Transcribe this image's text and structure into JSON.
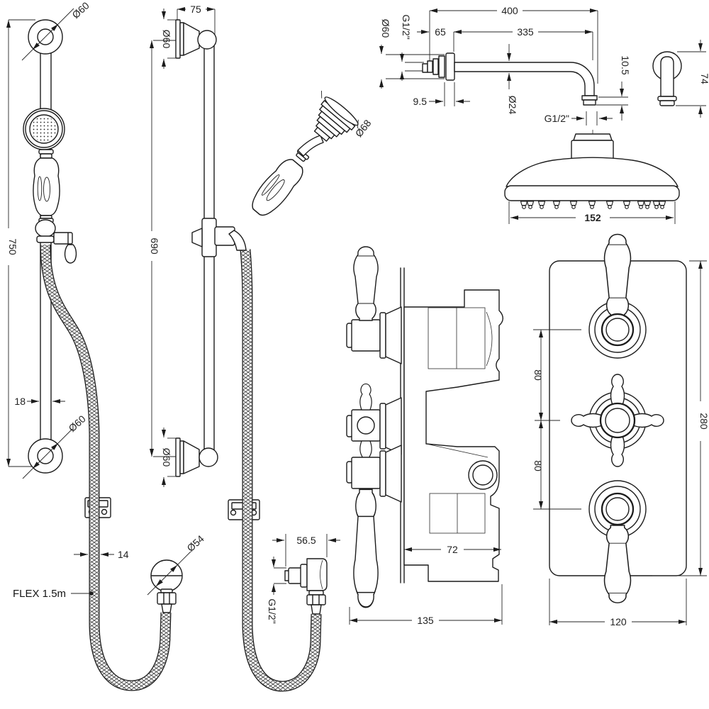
{
  "canvas": {
    "background": "#ffffff",
    "line_color": "#1c1c1c"
  },
  "drawings": {
    "handset_rail_front": {
      "labels": {
        "bracket_top_dia": "Ø60",
        "overall_height": "750",
        "rail_width": "18",
        "bracket_bottom_dia": "Ø60",
        "hose_length": "FLEX 1.5m",
        "hose_dia": "14",
        "wall_outlet_dia": "Ø54"
      }
    },
    "slide_rail_side": {
      "labels": {
        "wall_offset": "75",
        "bracket_top_dia": "Ø60",
        "rail_length": "690",
        "handset_head_dia": "Ø68",
        "bracket_bottom_dia": "Ø60",
        "outlet_elbow_depth": "56.5",
        "outlet_thread": "G1/2\""
      }
    },
    "shower_arm_head": {
      "labels": {
        "arm_total_length": "400",
        "arm_length": "335",
        "wall_section_length": "65",
        "flange_dia": "Ø60",
        "inlet_thread": "G1/2\"",
        "flange_depth": "9.5",
        "arm_tube_dia": "Ø24",
        "outlet_drop": "10.5",
        "outlet_thread": "G1/2\"",
        "side_view_height": "74",
        "head_dia": "152"
      }
    },
    "valve_side": {
      "labels": {
        "body_depth": "72",
        "overall_depth": "135"
      }
    },
    "valve_front": {
      "labels": {
        "handle_spacing_upper": "80",
        "handle_spacing_lower": "80",
        "plate_height": "280",
        "plate_width": "120"
      }
    }
  }
}
